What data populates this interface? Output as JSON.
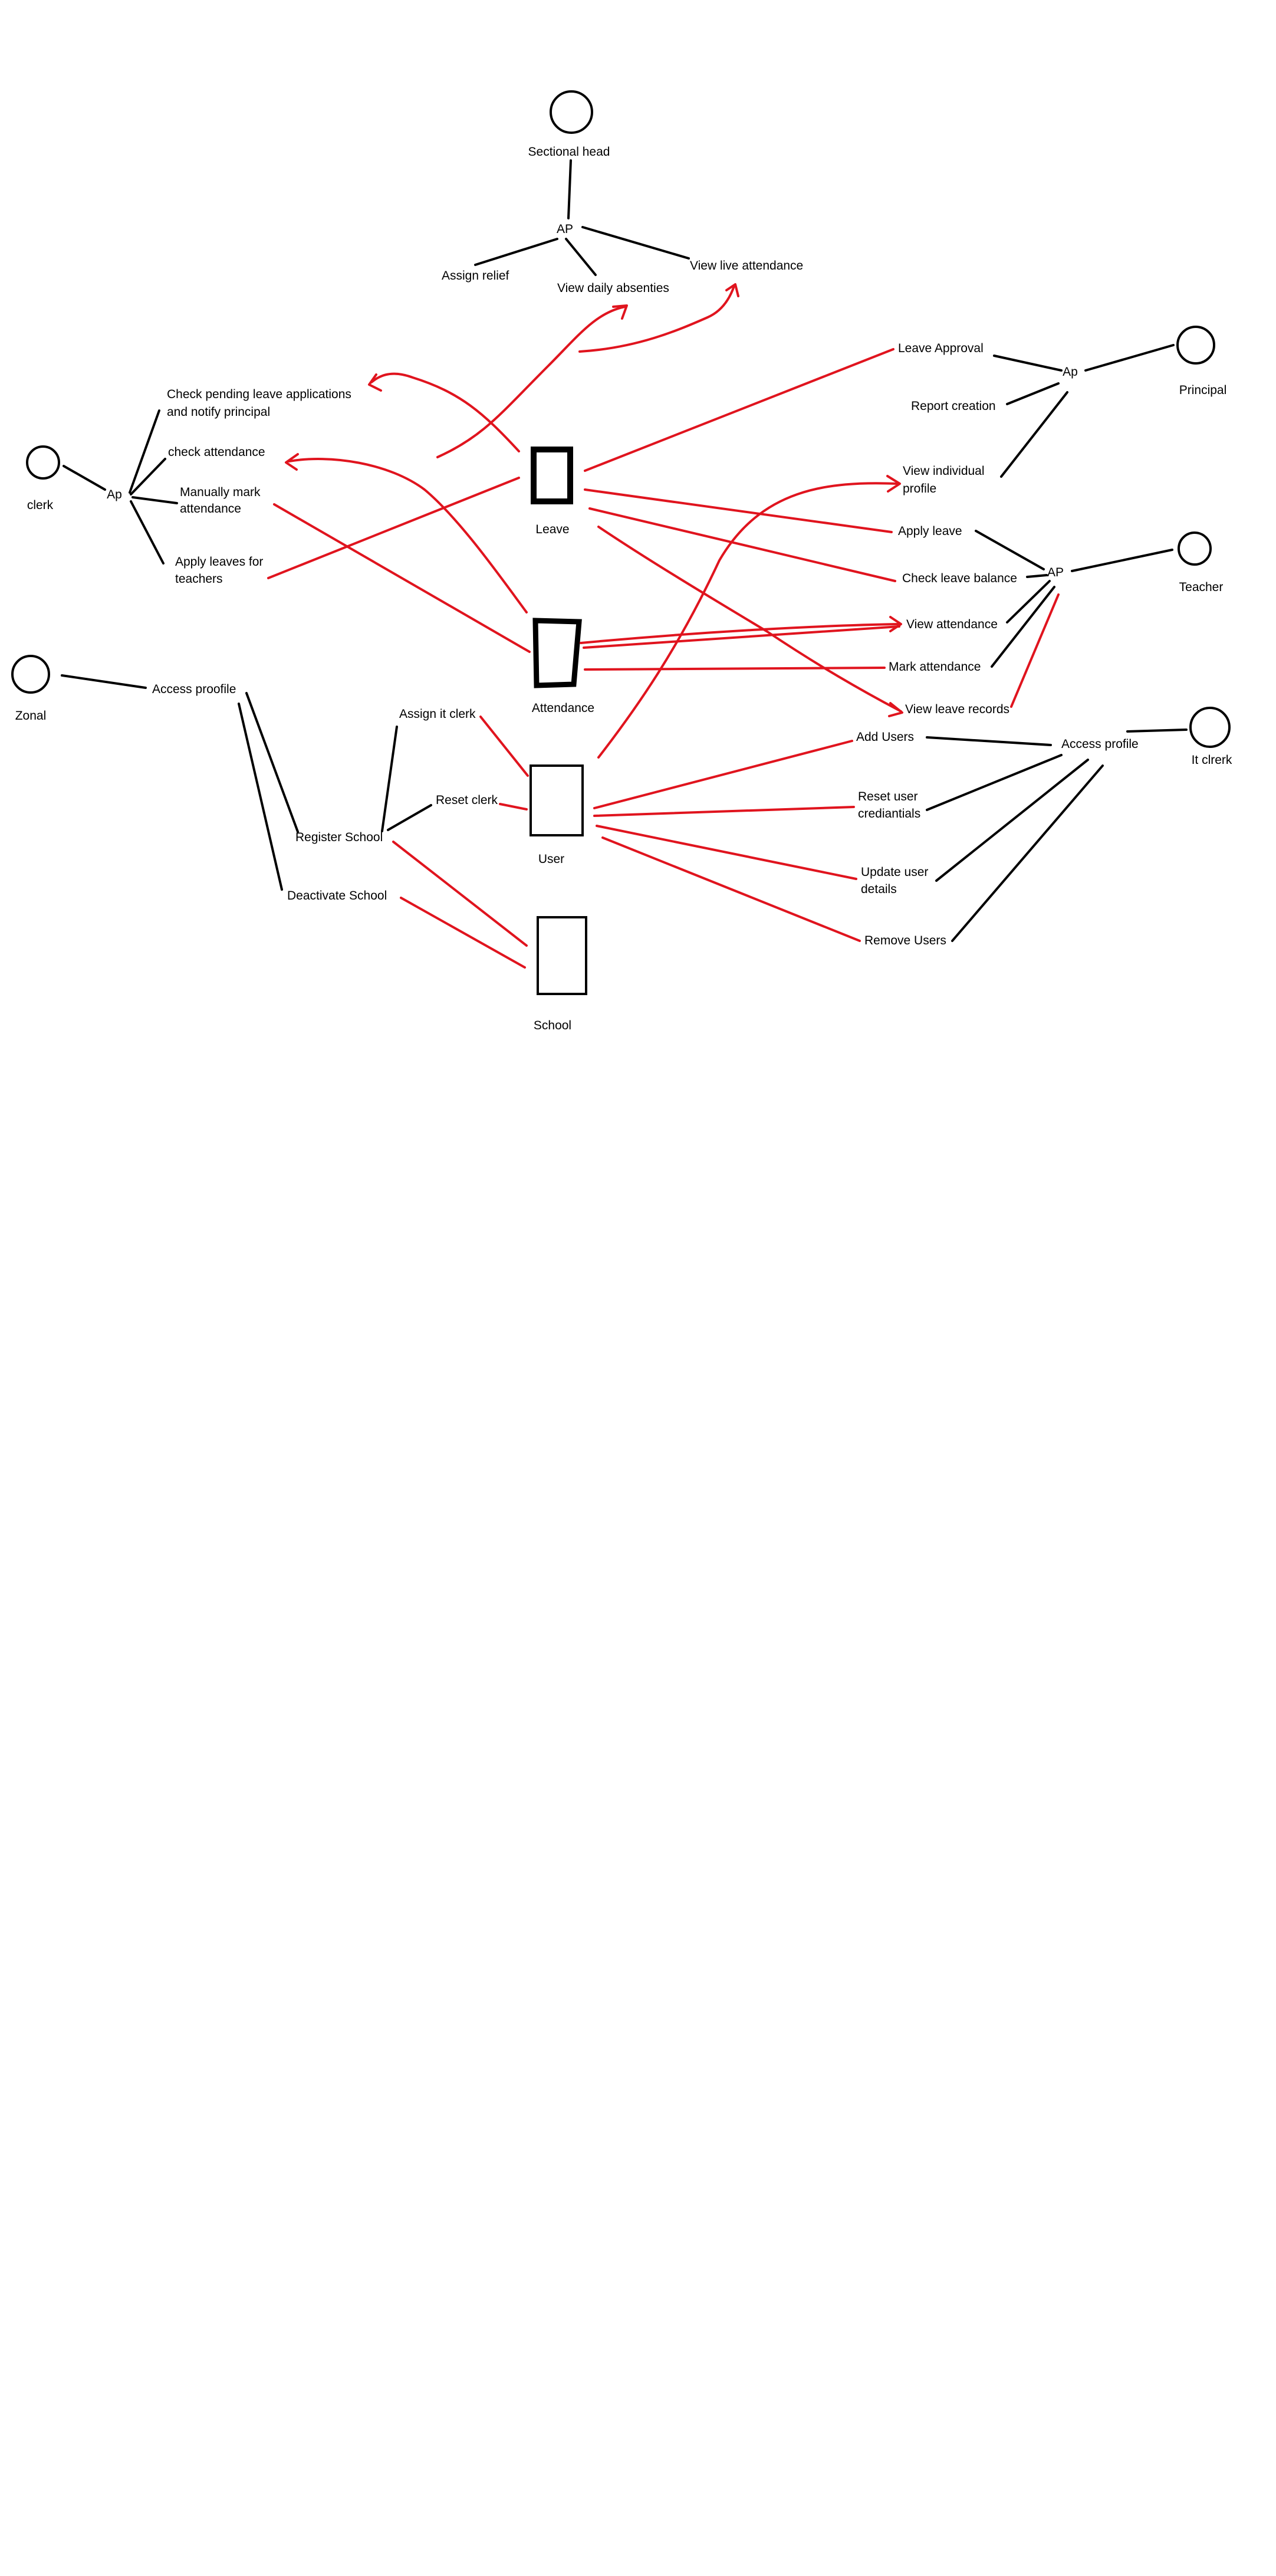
{
  "actors": {
    "sectional_head": "Sectional head",
    "clerk": "clerk",
    "zonal": "Zonal",
    "principal": "Principal",
    "teacher": "Teacher",
    "it_clerk": "It clrerk"
  },
  "hubs": {
    "sectional_head": "AP",
    "clerk": "Ap",
    "principal": "Ap",
    "teacher": "AP",
    "zonal": "Access proofile",
    "it_clerk": "Access profile"
  },
  "entities": {
    "leave": "Leave",
    "attendance": "Attendance",
    "user": "User",
    "school": "School"
  },
  "use_cases": {
    "assign_relief": "Assign relief",
    "view_daily_absenties": "View daily absenties",
    "view_live_attendance": "View live attendance",
    "check_pending_line1": "Check pending leave applications",
    "check_pending_line2": "and notify principal",
    "check_attendance": "check attendance",
    "manually_mark_line1": "Manually mark",
    "manually_mark_line2": "attendance",
    "apply_leaves_line1": "Apply leaves for",
    "apply_leaves_line2": "teachers",
    "leave_approval": "Leave Approval",
    "report_creation": "Report creation",
    "view_individual_line1": "View individual",
    "view_individual_line2": "profile",
    "apply_leave": "Apply leave",
    "check_leave_balance": "Check leave balance",
    "view_attendance": "View attendance",
    "mark_attendance": "Mark attendance",
    "view_leave_records": "View leave records",
    "assign_it_clerk": "Assign it clerk",
    "reset_clerk": "Reset clerk",
    "register_school": "Register School",
    "deactivate_school": "Deactivate School",
    "add_users": "Add Users",
    "reset_user_line1": "Reset user",
    "reset_user_line2": "crediantials",
    "update_user_line1": "Update user",
    "update_user_line2": "details",
    "remove_users": "Remove Users"
  }
}
